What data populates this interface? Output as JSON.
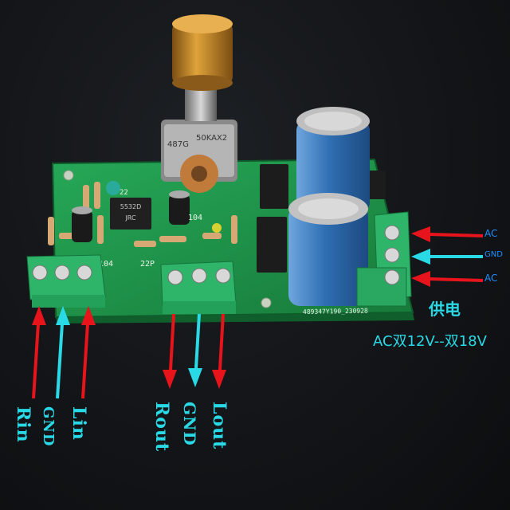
{
  "board": {
    "silk_pot_code": "487G",
    "silk_pot_value": "50KAX2",
    "silk_104_left": "104",
    "silk_22p": "22P",
    "silk_104_right": "104",
    "silk_board_id": "489347Y190_230928",
    "silk_ic_brand": "JRC",
    "silk_ic_part": "5532D",
    "silk_cap_code": "22"
  },
  "labels": {
    "power_ac_top": "AC",
    "power_gnd": "GND",
    "power_ac_bottom": "AC",
    "power_title": "供电",
    "power_spec": "AC双12V--双18V",
    "input_rin": "Rin",
    "input_gnd": "GND",
    "input_lin": "Lin",
    "output_rout": "Rout",
    "output_gnd": "GND",
    "output_lout": "Lout"
  },
  "colors": {
    "pcb": "#1f9a4c",
    "terminal": "#2fb56a",
    "capacitor": "#2f6fb3",
    "knob": "#c98a2a",
    "arrow_red": "#e8141c",
    "arrow_cyan": "#29d9e6",
    "label_blue": "#1f8fff"
  }
}
